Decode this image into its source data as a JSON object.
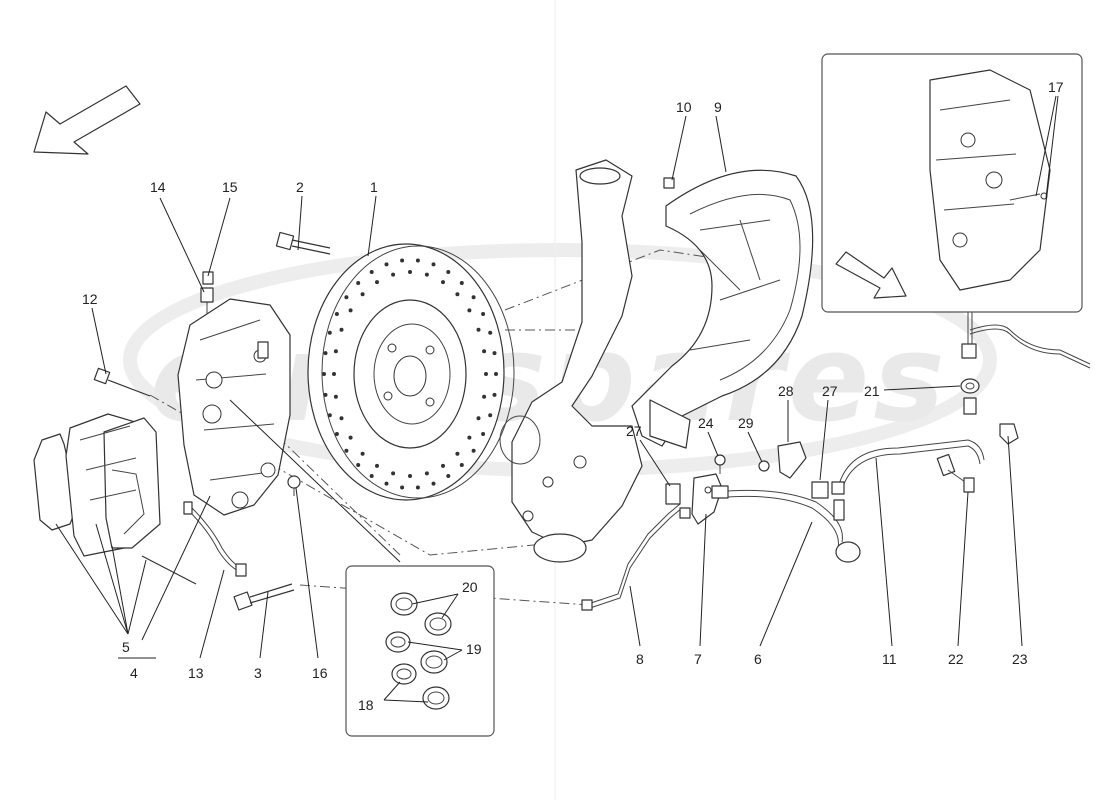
{
  "watermark": "eurospares",
  "callouts": [
    {
      "id": "1",
      "label": "1"
    },
    {
      "id": "2",
      "label": "2"
    },
    {
      "id": "3",
      "label": "3"
    },
    {
      "id": "4",
      "label": "4"
    },
    {
      "id": "5",
      "label": "5"
    },
    {
      "id": "6",
      "label": "6"
    },
    {
      "id": "7",
      "label": "7"
    },
    {
      "id": "8",
      "label": "8"
    },
    {
      "id": "9",
      "label": "9"
    },
    {
      "id": "10",
      "label": "10"
    },
    {
      "id": "11",
      "label": "11"
    },
    {
      "id": "12",
      "label": "12"
    },
    {
      "id": "13",
      "label": "13"
    },
    {
      "id": "14",
      "label": "14"
    },
    {
      "id": "15",
      "label": "15"
    },
    {
      "id": "16",
      "label": "16"
    },
    {
      "id": "17",
      "label": "17"
    },
    {
      "id": "18",
      "label": "18"
    },
    {
      "id": "19",
      "label": "19"
    },
    {
      "id": "20",
      "label": "20"
    },
    {
      "id": "21",
      "label": "21"
    },
    {
      "id": "22",
      "label": "22"
    },
    {
      "id": "23",
      "label": "23"
    },
    {
      "id": "24",
      "label": "24"
    },
    {
      "id": "27a",
      "label": "27"
    },
    {
      "id": "27b",
      "label": "27"
    },
    {
      "id": "28",
      "label": "28"
    },
    {
      "id": "29",
      "label": "29"
    }
  ],
  "colors": {
    "line": "#333333",
    "background": "#ffffff",
    "watermark": "#e9e9e9"
  }
}
